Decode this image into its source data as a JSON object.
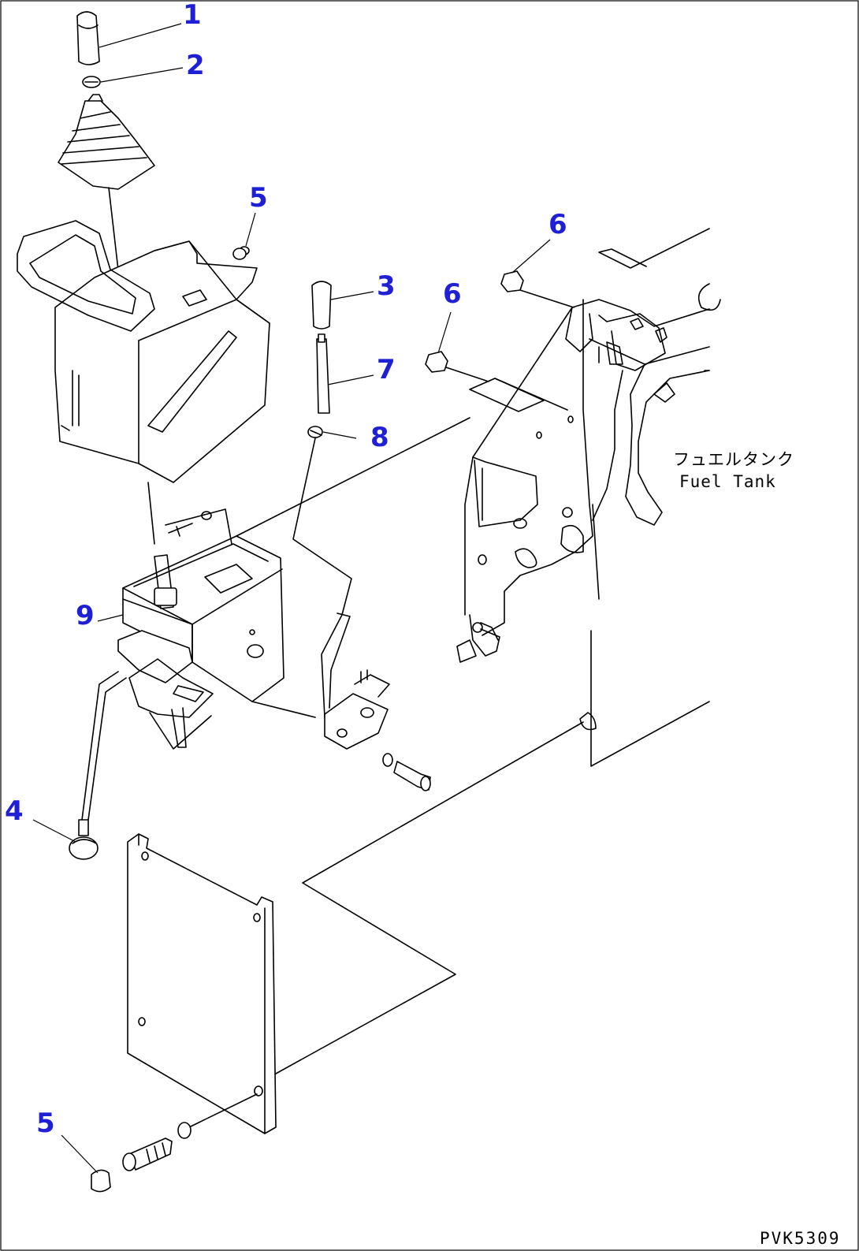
{
  "callouts": [
    {
      "id": "c1",
      "label": "1"
    },
    {
      "id": "c2",
      "label": "2"
    },
    {
      "id": "c5a",
      "label": "5"
    },
    {
      "id": "c3",
      "label": "3"
    },
    {
      "id": "c6a",
      "label": "6"
    },
    {
      "id": "c6b",
      "label": "6"
    },
    {
      "id": "c7",
      "label": "7"
    },
    {
      "id": "c8",
      "label": "8"
    },
    {
      "id": "c9",
      "label": "9"
    },
    {
      "id": "c4",
      "label": "4"
    },
    {
      "id": "c5b",
      "label": "5"
    }
  ],
  "fuel_tank": {
    "jp": "フュエルタンク",
    "en": "Fuel Tank"
  },
  "drawing_code": "PVK5309",
  "colors": {
    "callout": "#1f1fd6",
    "line": "#000000",
    "background": "#ffffff"
  }
}
